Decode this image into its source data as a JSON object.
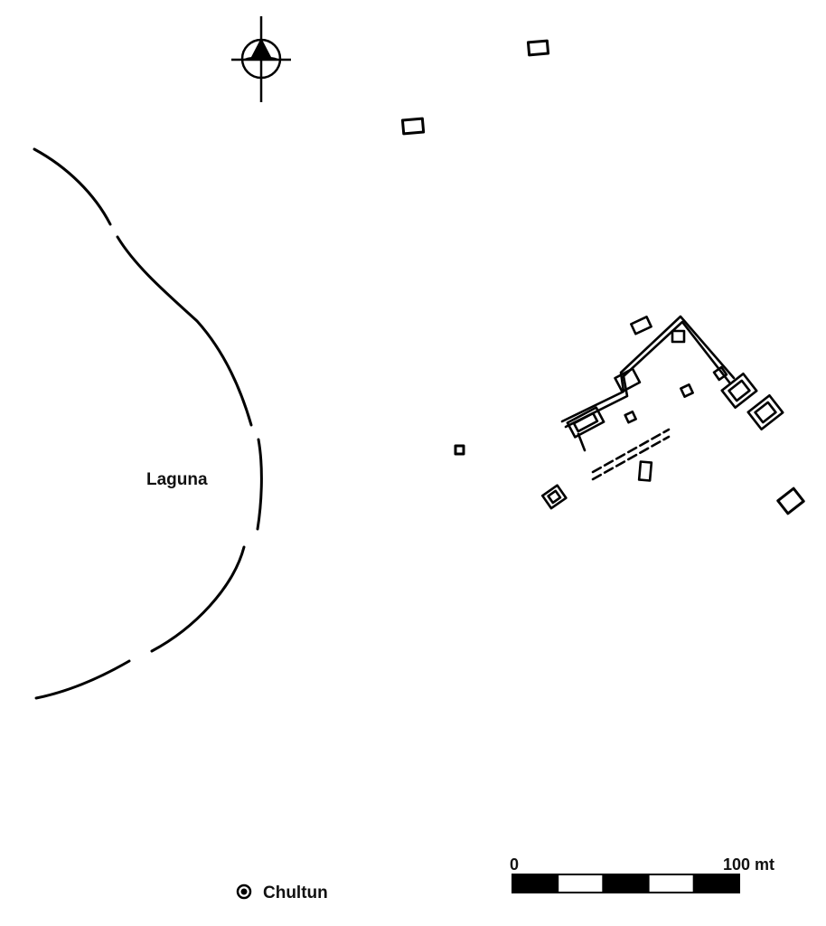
{
  "map": {
    "lake_label": "Laguna",
    "legend": {
      "chultun_label": "Chultun",
      "chultun_icon": "chultun-icon"
    },
    "scale_bar": {
      "start_label": "0",
      "end_label": "100 mt",
      "segments": 5,
      "colors": [
        "#000000",
        "#ffffff"
      ]
    },
    "north_arrow": "north-arrow-icon",
    "ink_color": "#000000",
    "background_color": "#ffffff"
  }
}
